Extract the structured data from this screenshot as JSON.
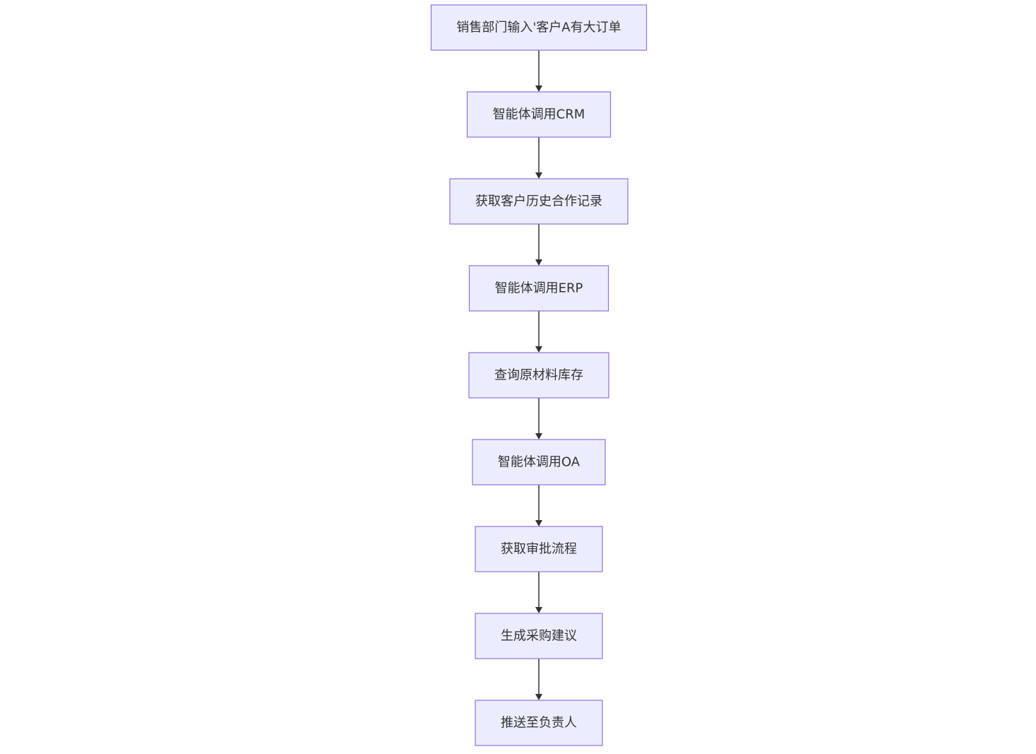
{
  "diagram": {
    "type": "flowchart",
    "direction": "top-down",
    "colors": {
      "node_fill": "#ECECFF",
      "node_border": "#9370DB",
      "edge": "#333333",
      "text": "#333333"
    },
    "nodes": [
      {
        "id": "n1",
        "label": "销售部门输入'客户A有大订单"
      },
      {
        "id": "n2",
        "label": "智能体调用CRM"
      },
      {
        "id": "n3",
        "label": "获取客户历史合作记录"
      },
      {
        "id": "n4",
        "label": "智能体调用ERP"
      },
      {
        "id": "n5",
        "label": "查询原材料库存"
      },
      {
        "id": "n6",
        "label": "智能体调用OA"
      },
      {
        "id": "n7",
        "label": "获取审批流程"
      },
      {
        "id": "n8",
        "label": "生成采购建议"
      },
      {
        "id": "n9",
        "label": "推送至负责人"
      }
    ],
    "edges": [
      {
        "from": "n1",
        "to": "n2"
      },
      {
        "from": "n2",
        "to": "n3"
      },
      {
        "from": "n3",
        "to": "n4"
      },
      {
        "from": "n4",
        "to": "n5"
      },
      {
        "from": "n5",
        "to": "n6"
      },
      {
        "from": "n6",
        "to": "n7"
      },
      {
        "from": "n7",
        "to": "n8"
      },
      {
        "from": "n8",
        "to": "n9"
      }
    ]
  }
}
